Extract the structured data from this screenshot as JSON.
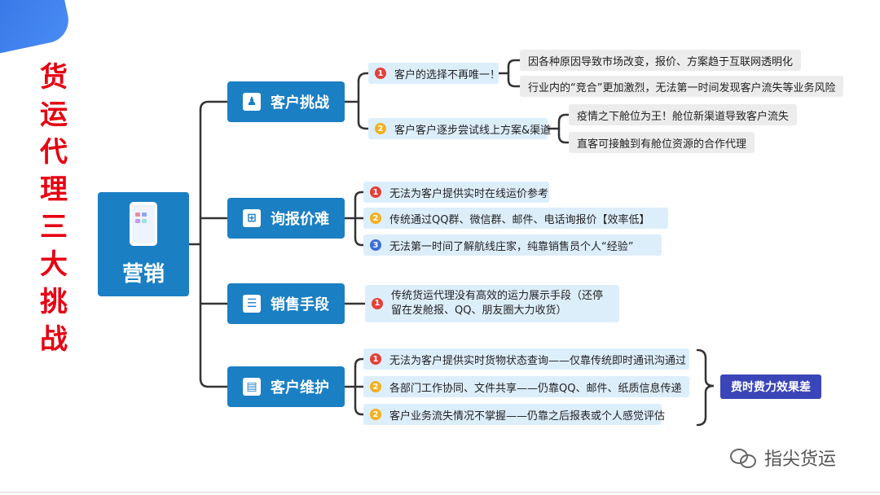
{
  "title_chars": [
    "货",
    "运",
    "代",
    "理",
    "三",
    "大",
    "挑",
    "战"
  ],
  "root": {
    "label": "营销",
    "icon": "smartphone-icon"
  },
  "branches": [
    {
      "label": "客户挑战",
      "icon": "people-icon",
      "items": [
        {
          "num": "1",
          "text": "客户的选择不再唯一！",
          "subs": [
            "因各种原因导致市场改变，报价、方案趋于互联网透明化",
            "行业内的“竞合”更加激烈，无法第一时间发现客户流失等业务风险"
          ]
        },
        {
          "num": "2",
          "text": "客户客户逐步尝试线上方案&渠道",
          "subs": [
            "疫情之下舱位为王！舱位新渠道导致客户流失",
            "直客可接触到有舱位资源的合作代理"
          ]
        }
      ]
    },
    {
      "label": "询报价难",
      "icon": "calculator-icon",
      "items": [
        {
          "num": "1",
          "text": "无法为客户提供实时在线运价参考"
        },
        {
          "num": "2",
          "text": "传统通过QQ群、微信群、邮件、电话询报价【效率低】"
        },
        {
          "num": "3",
          "text": "无法第一时间了解航线庄家，纯靠销售员个人“经验”"
        }
      ]
    },
    {
      "label": "销售手段",
      "icon": "checklist-icon",
      "items": [
        {
          "num": "1",
          "text": "传统货运代理没有高效的运力展示手段（还停留在发舱报、QQ、朋友圈大力收货）"
        }
      ]
    },
    {
      "label": "客户维护",
      "icon": "contact-card-icon",
      "items": [
        {
          "num": "1",
          "text": "无法为客户提供实时货物状态查询——仅靠传统即时通讯沟通过"
        },
        {
          "num": "2",
          "text": "各部门工作协同、文件共享——仍靠QQ、邮件、纸质信息传递"
        },
        {
          "num": "2",
          "text": "客户业务流失情况不掌握——仍靠之后报表或个人感觉评估"
        }
      ]
    }
  ],
  "summary": "费时费力效果差",
  "watermark": "指尖货运",
  "colors": {
    "node": "#1b7fc4",
    "title": "#e60012",
    "item_bg": "#ddeefb",
    "summary": "#3a45b8"
  }
}
